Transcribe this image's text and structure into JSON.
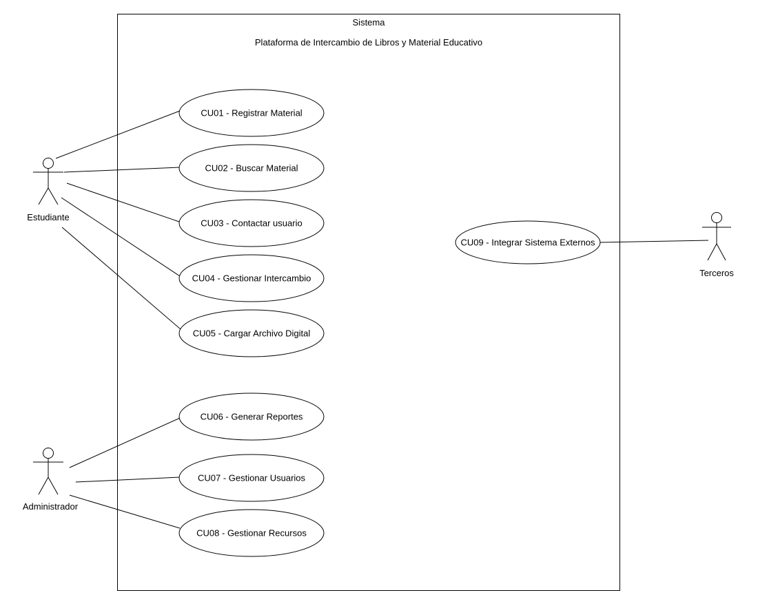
{
  "system": {
    "title": "Sistema",
    "subtitle": "Plataforma de Intercambio de Libros y Material Educativo"
  },
  "actors": [
    {
      "id": "estudiante",
      "name": "Estudiante"
    },
    {
      "id": "administrador",
      "name": "Administrador"
    },
    {
      "id": "terceros",
      "name": "Terceros"
    }
  ],
  "use_cases": [
    {
      "id": "CU01",
      "label": "CU01 - Registrar Material"
    },
    {
      "id": "CU02",
      "label": "CU02 - Buscar Material"
    },
    {
      "id": "CU03",
      "label": "CU03 - Contactar usuario"
    },
    {
      "id": "CU04",
      "label": "CU04 - Gestionar Intercambio"
    },
    {
      "id": "CU05",
      "label": "CU05 - Cargar Archivo Digital"
    },
    {
      "id": "CU06",
      "label": "CU06 - Generar Reportes"
    },
    {
      "id": "CU07",
      "label": "CU07 - Gestionar Usuarios"
    },
    {
      "id": "CU08",
      "label": "CU08 - Gestionar Recursos"
    },
    {
      "id": "CU09",
      "label": "CU09 - Integrar Sistema Externos"
    }
  ],
  "connections": [
    {
      "from": "Estudiante",
      "to": "CU01"
    },
    {
      "from": "Estudiante",
      "to": "CU02"
    },
    {
      "from": "Estudiante",
      "to": "CU03"
    },
    {
      "from": "Estudiante",
      "to": "CU04"
    },
    {
      "from": "Estudiante",
      "to": "CU05"
    },
    {
      "from": "Administrador",
      "to": "CU06"
    },
    {
      "from": "Administrador",
      "to": "CU07"
    },
    {
      "from": "Administrador",
      "to": "CU08"
    },
    {
      "from": "Terceros",
      "to": "CU09"
    }
  ],
  "colors": {
    "stroke": "#000000",
    "background": "#ffffff",
    "text": "#000000"
  }
}
